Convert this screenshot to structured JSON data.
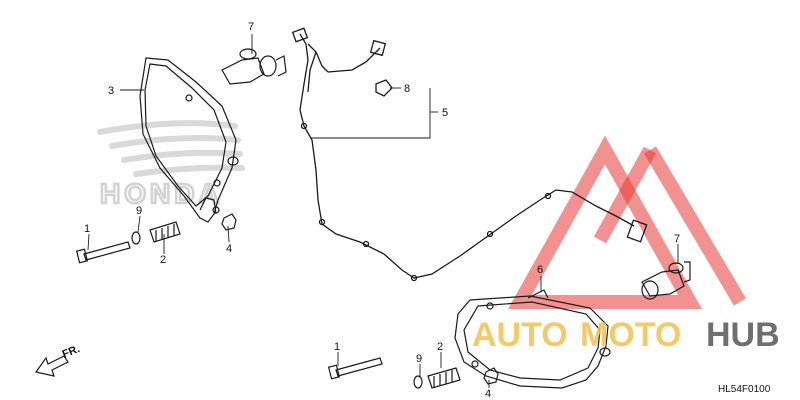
{
  "diagram": {
    "callouts": {
      "c1_left": "1",
      "c2_left": "2",
      "c3": "3",
      "c4_left": "4",
      "c5": "5",
      "c6": "6",
      "c7_top": "7",
      "c7_right": "7",
      "c8": "8",
      "c9_left": "9",
      "c1_bottom": "1",
      "c2_bottom": "2",
      "c4_bottom": "4",
      "c9_bottom": "9"
    },
    "direction_label": "FR.",
    "diagram_code": "HL54F0100"
  },
  "watermarks": {
    "honda_wordmark": "HONDA",
    "brand_auto": "AUTO",
    "brand_moto": "MOTO",
    "brand_hub": "HUB"
  },
  "colors": {
    "line": "#1a1a1a",
    "watermark_gray": "#d9d9d9",
    "brand_red": "#e53935",
    "brand_yellow": "#f2c14e",
    "brand_gray": "#5f5f5f"
  }
}
